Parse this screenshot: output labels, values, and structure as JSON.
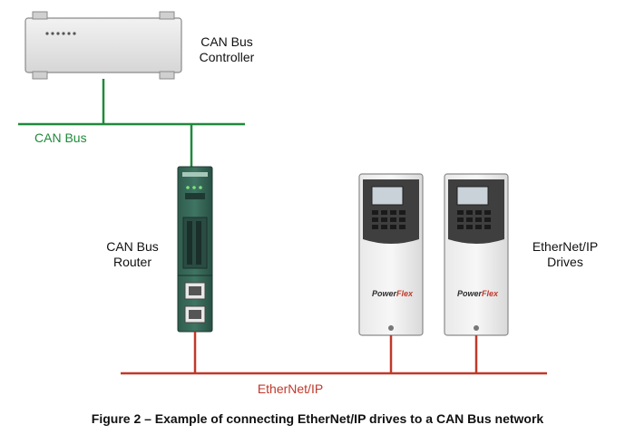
{
  "controller": {
    "label_line1": "CAN Bus",
    "label_line2": "Controller"
  },
  "can_bus": {
    "label": "CAN Bus",
    "color": "#1f8a3a"
  },
  "router": {
    "label_line1": "CAN Bus",
    "label_line2": "Router"
  },
  "drives": {
    "label_line1": "EtherNet/IP",
    "label_line2": "Drives",
    "brand_prefix": "Power",
    "brand_suffix": "Flex"
  },
  "ethernet": {
    "label": "EtherNet/IP",
    "color": "#c0392b"
  },
  "caption": "Figure 2 – Example of connecting EtherNet/IP drives to a CAN Bus network"
}
